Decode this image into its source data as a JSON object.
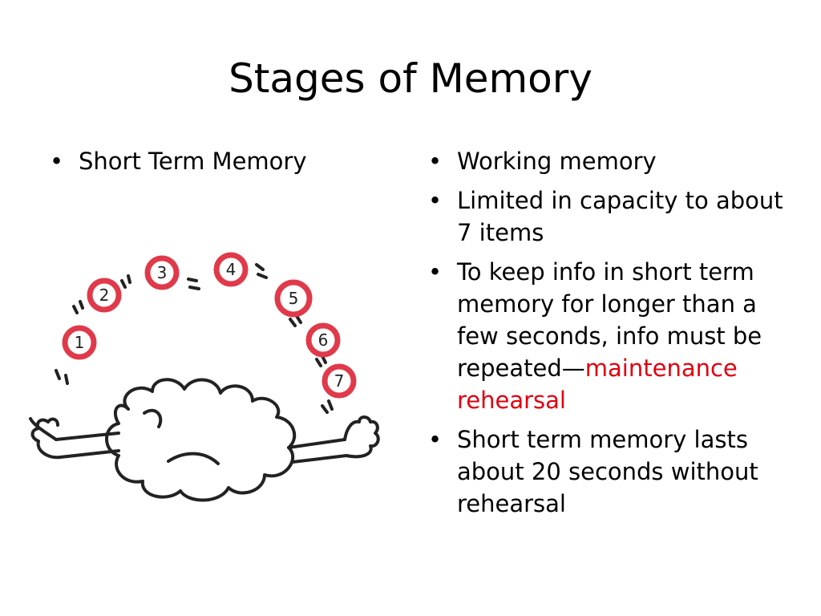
{
  "slide": {
    "title": "Stages of Memory",
    "left_bullets": [
      "Short Term Memory"
    ],
    "right_bullets": [
      {
        "text": "Working memory"
      },
      {
        "text": "Limited in capacity to about 7 items"
      },
      {
        "text": "To keep info in short term memory for longer than a few seconds, info must be repeated—",
        "highlight": "maintenance rehearsal"
      },
      {
        "text": "Short term memory lasts about 20 seconds without rehearsal"
      }
    ],
    "accent_color": "#e0000f"
  },
  "illustration": {
    "balls": [
      "1",
      "2",
      "3",
      "4",
      "5",
      "6",
      "7"
    ]
  }
}
